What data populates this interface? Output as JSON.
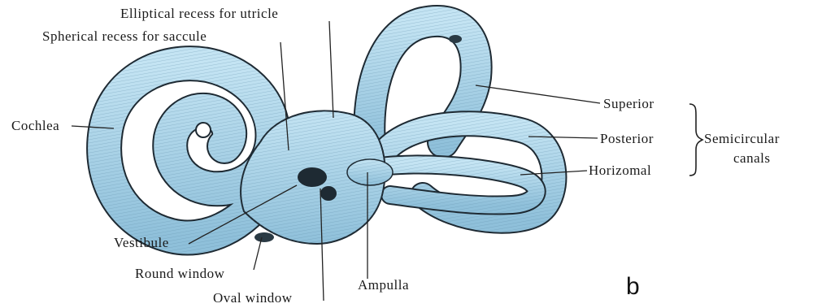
{
  "labels": {
    "elliptical_recess": "Elliptical recess for utricle",
    "spherical_recess": "Spherical recess for saccule",
    "cochlea": "Cochlea",
    "superior": "Superior",
    "posterior": "Posterior",
    "horizontal": "Horizomal",
    "semicircular_line1": "Semicircular",
    "semicircular_line2": "canals",
    "vestibule": "Vestibule",
    "round_window": "Round window",
    "oval_window": "Oval window",
    "ampulla": "Ampulla"
  },
  "panel_letter": "b",
  "colors": {
    "labyrinth_fill": "#a9d3e8",
    "labyrinth_shade": "#6f9fb9",
    "outline": "#1e2a33"
  }
}
